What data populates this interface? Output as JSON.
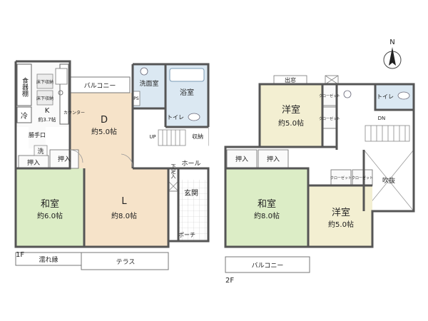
{
  "floors": {
    "first": {
      "label": "1F",
      "rooms": {
        "dining": {
          "name": "D",
          "size": "約5.0帖"
        },
        "living": {
          "name": "L",
          "size": "約8.0帖"
        },
        "kitchen": {
          "name": "K",
          "size": "約3.7帖"
        },
        "washitsu": {
          "name": "和室",
          "size": "約6.0帖"
        }
      },
      "labels": {
        "pantry": "食器棚",
        "fridge": "冷",
        "underfloor1": "床下収納",
        "underfloor2": "床下収納",
        "counter": "カウンター",
        "balcony": "バルコニー",
        "washroom": "洗面室",
        "bath": "浴室",
        "ps": "PS",
        "toilet": "トイレ",
        "up": "UP",
        "storage": "収納",
        "hall": "ホール",
        "back_door": "勝手口",
        "laundry": "洗",
        "oshiire_left": "押入",
        "oshiire_right": "押入",
        "shoe_box": "下足入",
        "entrance": "玄関",
        "porch": "ポーチ",
        "engawa": "濡れ縁",
        "terrace": "テラス"
      }
    },
    "second": {
      "label": "2F",
      "rooms": {
        "western_top": {
          "name": "洋室",
          "size": "約5.0帖"
        },
        "washitsu": {
          "name": "和室",
          "size": "約8.0帖"
        },
        "western_right": {
          "name": "洋室",
          "size": "約5.0帖"
        }
      },
      "labels": {
        "bay_window": "出窓",
        "closet_1": "クローゼット",
        "closet_2": "クローゼット",
        "closet_3": "クローゼット",
        "closet_4": "クローゼット",
        "toilet": "トイレ",
        "dn": "DN",
        "oshiire_left": "押入",
        "oshiire_right": "押入",
        "void": "吹抜",
        "balcony": "バルコニー"
      }
    }
  },
  "compass": {
    "label": "N"
  },
  "colors": {
    "wall": "#555555",
    "dining_living": "#f6e3c9",
    "washitsu": "#dcedc6",
    "western": "#f3efd2",
    "wet": "#dbe8f2",
    "storage": "#fafafa"
  }
}
